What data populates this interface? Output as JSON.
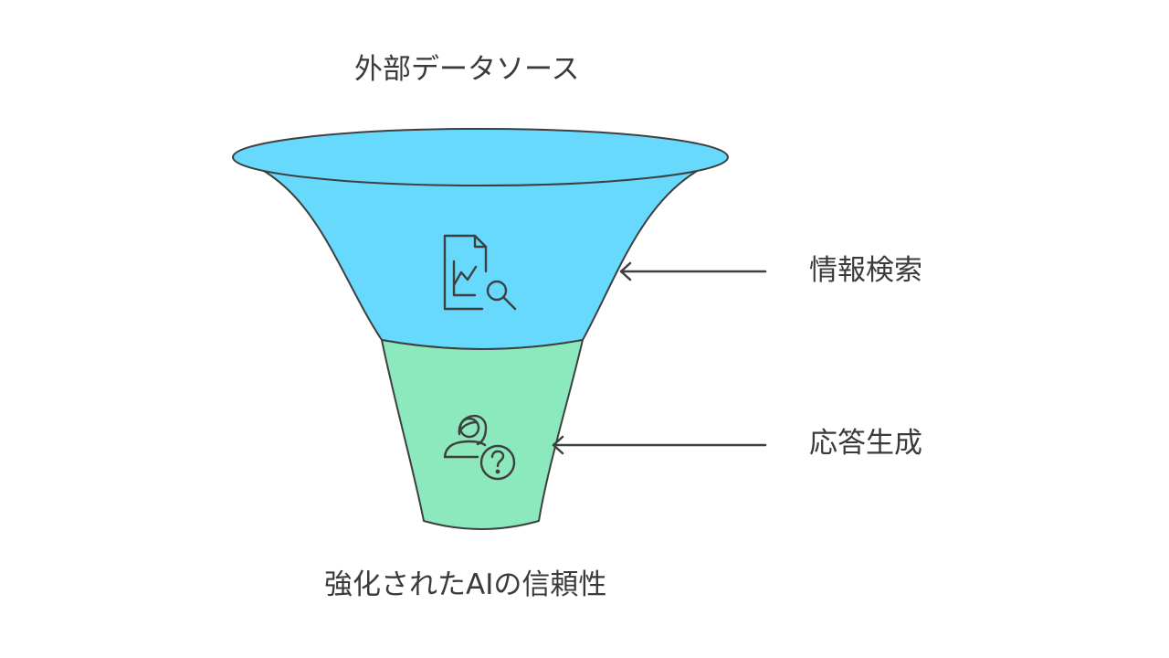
{
  "diagram": {
    "top_label": "外部データソース",
    "bottom_label": "強化されたAIの信頼性",
    "stages": [
      {
        "label": "情報検索",
        "icon": "document-chart-search-icon",
        "color": "#66d9fc"
      },
      {
        "label": "応答生成",
        "icon": "person-question-icon",
        "color": "#8ce8bd"
      }
    ],
    "stroke_color": "#3f3f3f",
    "text_color": "#3a3a3a"
  }
}
